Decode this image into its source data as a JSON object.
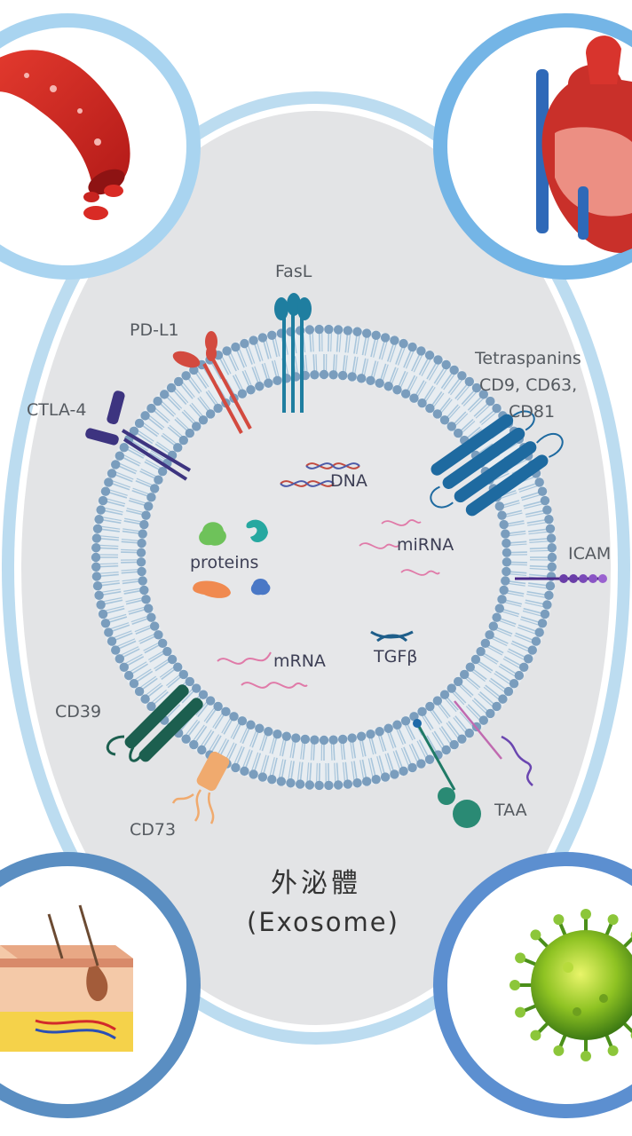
{
  "title": {
    "chinese": "外泌體",
    "english": "(Exosome)"
  },
  "labels": {
    "fasl": "FasL",
    "pdl1": "PD-L1",
    "ctla4": "CTLA-4",
    "tetraspanins": "Tetraspanins",
    "cd9_cd63": "CD9, CD63,",
    "cd81": "CD81",
    "icam": "ICAM",
    "cd39": "CD39",
    "cd73": "CD73",
    "taa": "TAA"
  },
  "contents": {
    "dna": "DNA",
    "mirna": "miRNA",
    "proteins": "proteins",
    "mrna": "mRNA",
    "tgfb": "TGFβ"
  },
  "colors": {
    "background": "#e3e4e6",
    "ring": "#bcdcf0",
    "membrane_head": "#7a9dbd",
    "membrane_tail": "#a9c6dc",
    "blood_circle": "#a9d4f0",
    "heart_circle": "#74b5e6",
    "skin_circle": "#5a8ec2",
    "virus_circle": "#5c8fd0"
  },
  "icons": [
    "blood-vessel-icon",
    "heart-icon",
    "skin-icon",
    "virus-icon"
  ]
}
